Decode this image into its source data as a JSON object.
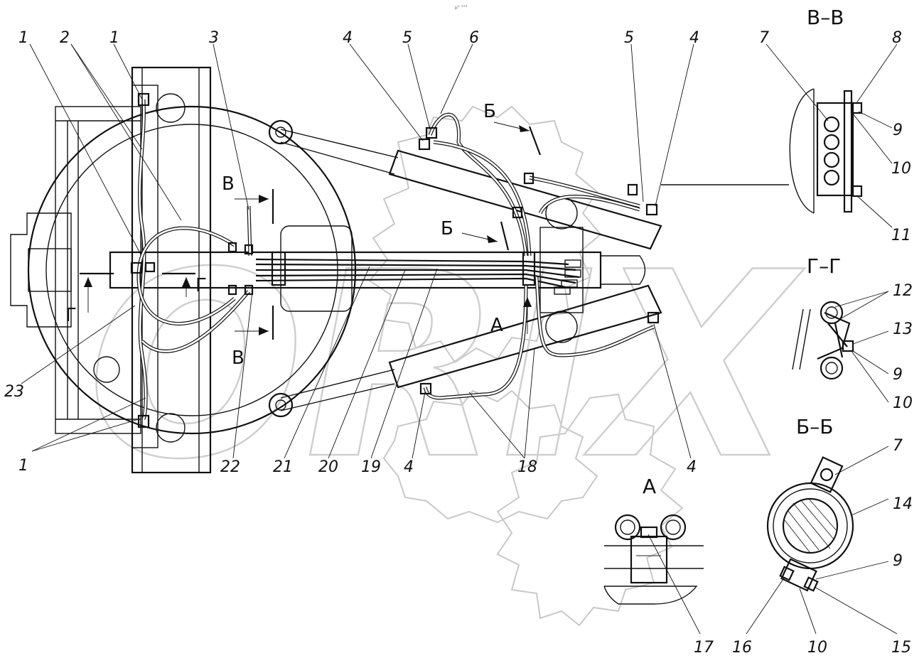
{
  "header_mark": "µ° °°°",
  "watermark": "ORIX",
  "section_titles": {
    "vv": "В–В",
    "gg": "Г–Г",
    "bb": "Б–Б",
    "a": "А"
  },
  "cut_marks": {
    "b_top": "Б",
    "b_mid": "Б",
    "v_top": "В",
    "v_bottom": "В",
    "g_left": "Г",
    "g_right": "Г",
    "a_view": "А"
  },
  "callouts": {
    "top_1a": "1",
    "top_2": "2",
    "top_1b": "1",
    "top_3": "3",
    "top_4a": "4",
    "top_5a": "5",
    "top_6": "6",
    "top_5b": "5",
    "top_4b": "4",
    "vv_7": "7",
    "vv_8": "8",
    "vv_9": "9",
    "vv_10": "10",
    "vv_11": "11",
    "gg_12": "12",
    "gg_13": "13",
    "gg_9": "9",
    "gg_10": "10",
    "left_23": "23",
    "bottom_1": "1",
    "bottom_22": "22",
    "bottom_21": "21",
    "bottom_20": "20",
    "bottom_19": "19",
    "bottom_4a": "4",
    "bottom_18": "18",
    "bottom_4b": "4",
    "bb_7": "7",
    "bb_14": "14",
    "bb_9": "9",
    "bb_16": "16",
    "bb_10": "10",
    "bb_15": "15",
    "a_17": "17"
  },
  "colors": {
    "ink": "#111111",
    "watermark": "#c8c8c8",
    "background": "#ffffff"
  }
}
